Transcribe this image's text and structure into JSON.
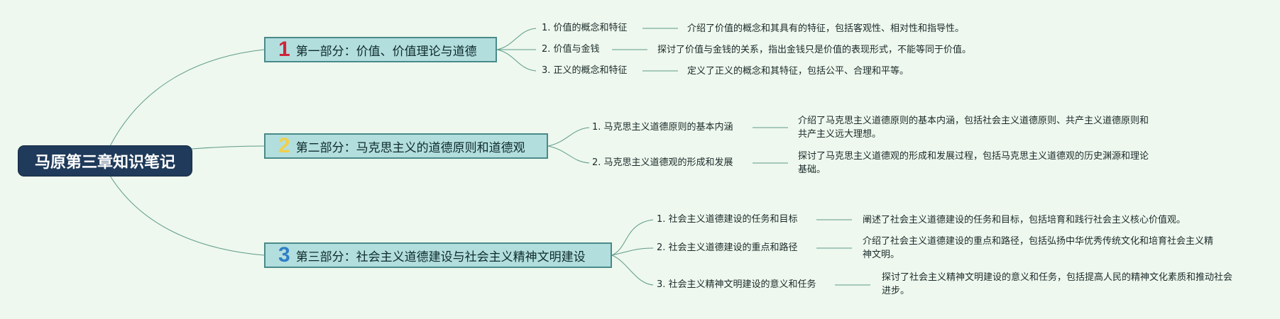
{
  "root": {
    "title": "马原第三章知识笔记"
  },
  "sections": [
    {
      "number": "1",
      "number_color": "#d0243a",
      "title": "第一部分：价值、价值理论与道德",
      "items": [
        {
          "label": "1. 价值的概念和特征",
          "desc": "介绍了价值的概念和其具有的特征，包括客观性、相对性和指导性。"
        },
        {
          "label": "2. 价值与金钱",
          "desc": "探讨了价值与金钱的关系，指出金钱只是价值的表现形式，不能等同于价值。"
        },
        {
          "label": "3. 正义的概念和特征",
          "desc": "定义了正义的概念和其特征，包括公平、合理和平等。"
        }
      ]
    },
    {
      "number": "2",
      "number_color": "#f1cf4a",
      "title": "第二部分：马克思主义的道德原则和道德观",
      "items": [
        {
          "label": "1. 马克思主义道德原则的基本内涵",
          "desc": "介绍了马克思主义道德原则的基本内涵，包括社会主义道德原则、共产主义道德原则和共产主义远大理想。"
        },
        {
          "label": "2. 马克思主义道德观的形成和发展",
          "desc": "探讨了马克思主义道德观的形成和发展过程，包括马克思主义道德观的历史渊源和理论基础。"
        }
      ]
    },
    {
      "number": "3",
      "number_color": "#2f7fc6",
      "title": "第三部分：社会主义道德建设与社会主义精神文明建设",
      "items": [
        {
          "label": "1. 社会主义道德建设的任务和目标",
          "desc": "阐述了社会主义道德建设的任务和目标，包括培育和践行社会主义核心价值观。"
        },
        {
          "label": "2. 社会主义道德建设的重点和路径",
          "desc": "介绍了社会主义道德建设的重点和路径，包括弘扬中华优秀传统文化和培育社会主义精神文明。"
        },
        {
          "label": "3. 社会主义精神文明建设的意义和任务",
          "desc": "探讨了社会主义精神文明建设的意义和任务，包括提高人民的精神文化素质和推动社会进步。"
        }
      ]
    }
  ]
}
